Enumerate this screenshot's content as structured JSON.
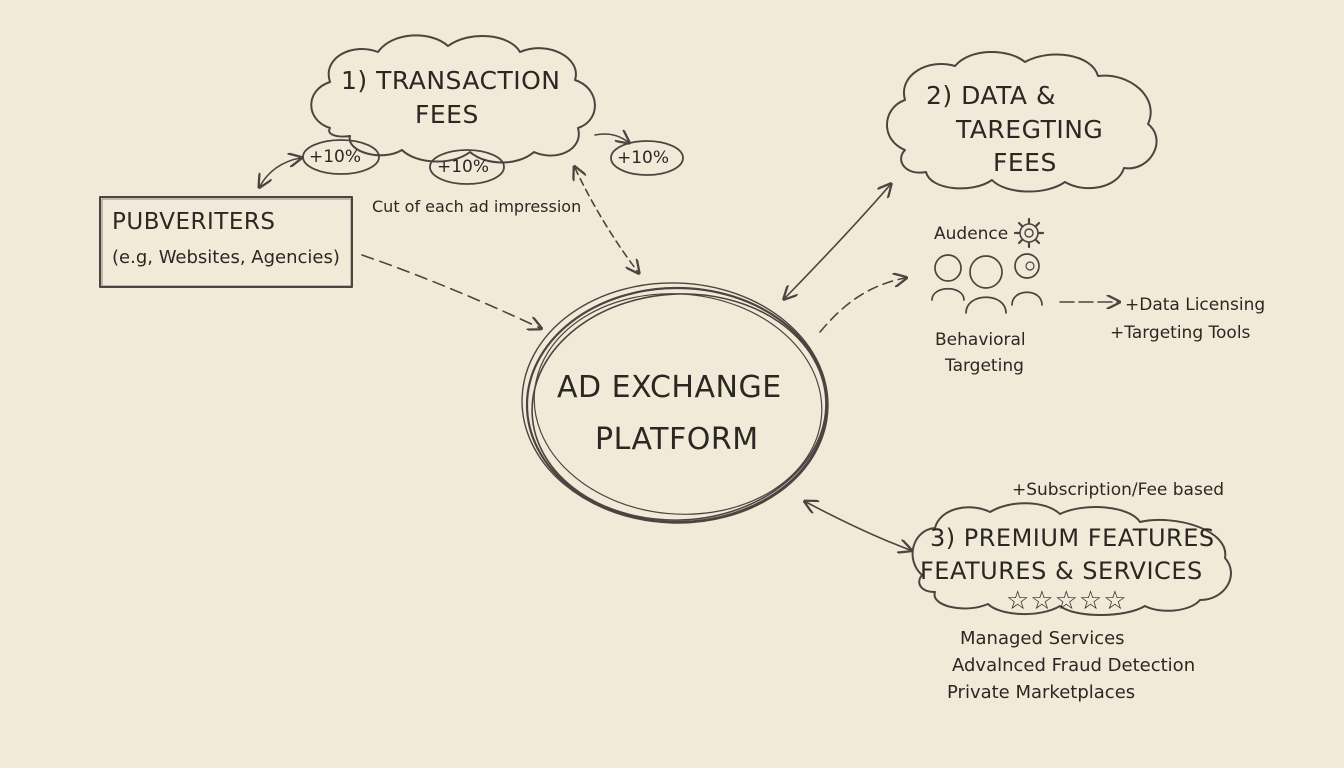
{
  "center": {
    "line1": "AD EXCHANGE",
    "line2": "PLATFORM"
  },
  "transaction": {
    "line1": "1) TRANSACTION",
    "line2": "FEES",
    "fee_badges": [
      "+10%",
      "+10%",
      "+10%"
    ],
    "caption": "Cut of each ad impression"
  },
  "publishers": {
    "title": "PUBVERITERS",
    "subtitle": "(e.g, Websites, Agencies)"
  },
  "data_fees": {
    "line1": "2) DATA &",
    "line2": "TAREGTING",
    "line3": "FEES",
    "audience_label": "Audence",
    "behavioral_line1": "Behavioral",
    "behavioral_line2": "Targeting",
    "extra1": "+Data Licensing",
    "extra2": "+Targeting Tools"
  },
  "premium": {
    "subscription": "+Subscription/Fee based",
    "line1": "3) PREMIUM FEATURES",
    "line2": "FEATURES & SERVICES",
    "stars": "☆☆☆☆☆",
    "items": [
      "Managed Services",
      "Advalnced Fraud Detection",
      "Private Marketplaces"
    ]
  },
  "icons": [
    "gear-icon",
    "people-icon"
  ]
}
